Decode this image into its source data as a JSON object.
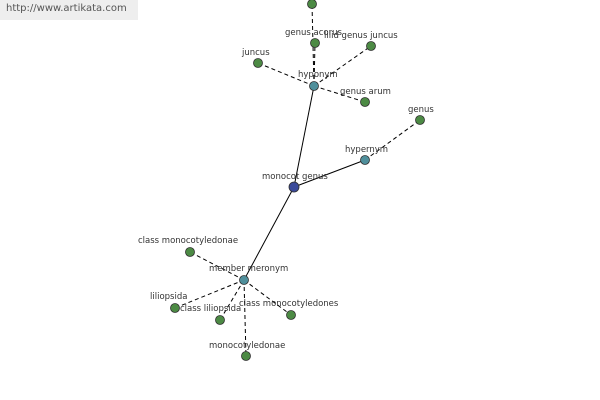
{
  "watermark": "http://www.artikata.com",
  "colors": {
    "center": "#3a4a9a",
    "relation": "#4f8f9b",
    "leaf": "#4c8a44"
  },
  "graph": {
    "center": "monocot genus",
    "relations": [
      {
        "label": "hyponym",
        "items": [
          "genus acorus",
          "lilid genus juncus",
          "juncus",
          "genus arum",
          ""
        ]
      },
      {
        "label": "hypernym",
        "items": [
          "genus"
        ]
      },
      {
        "label": "member meronym",
        "items": [
          "class monocotyledonae",
          "liliopsida",
          "class liliopsida",
          "class monocotyledones",
          "monocotyledonae"
        ]
      }
    ]
  }
}
